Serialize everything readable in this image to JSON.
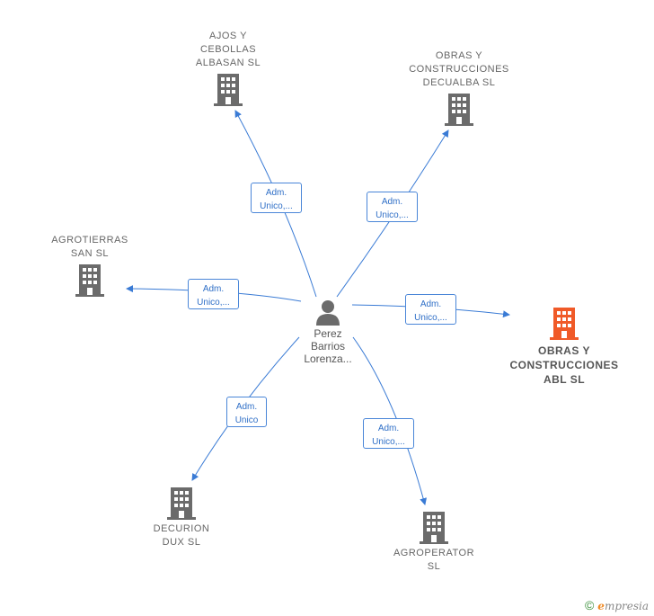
{
  "center": {
    "name": "Perez\nBarrios\nLorenza..."
  },
  "companies": [
    {
      "id": "ajos",
      "name": "AJOS Y\nCEBOLLAS\nALBASAN  SL",
      "role": "Adm.\nUnico,..."
    },
    {
      "id": "decualba",
      "name": "OBRAS Y\nCONSTRUCCIONES\nDECUALBA  SL",
      "role": "Adm.\nUnico,..."
    },
    {
      "id": "agrotierras",
      "name": "AGROTIERRAS\nSAN  SL",
      "role": "Adm.\nUnico,..."
    },
    {
      "id": "abl",
      "name": "OBRAS Y\nCONSTRUCCIONES\nABL  SL",
      "role": "Adm.\nUnico,...",
      "highlight": true
    },
    {
      "id": "decurion",
      "name": "DECURION\nDUX  SL",
      "role": "Adm.\nUnico"
    },
    {
      "id": "agroperator",
      "name": "AGROPERATOR\nSL",
      "role": "Adm.\nUnico,..."
    }
  ],
  "colors": {
    "edge": "#3a7bd5",
    "building": "#6b6b6b",
    "building_highlight": "#f05a28",
    "person": "#6b6b6b"
  },
  "footer": {
    "copyright": "©",
    "brand_first": "e",
    "brand_rest": "mpresia"
  }
}
